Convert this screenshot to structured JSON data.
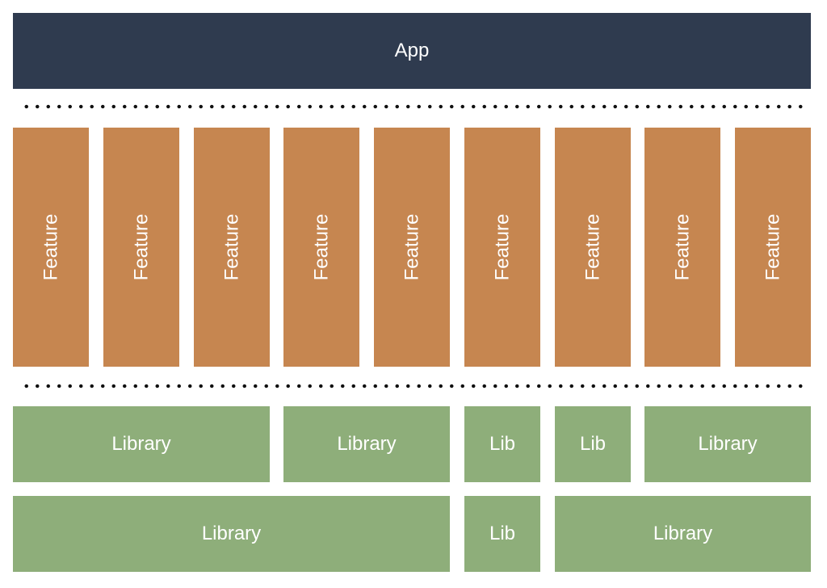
{
  "app": {
    "label": "App"
  },
  "features": [
    {
      "label": "Feature"
    },
    {
      "label": "Feature"
    },
    {
      "label": "Feature"
    },
    {
      "label": "Feature"
    },
    {
      "label": "Feature"
    },
    {
      "label": "Feature"
    },
    {
      "label": "Feature"
    },
    {
      "label": "Feature"
    },
    {
      "label": "Feature"
    }
  ],
  "libraries_row1": [
    {
      "label": "Library"
    },
    {
      "label": "Library"
    },
    {
      "label": "Lib"
    },
    {
      "label": "Lib"
    },
    {
      "label": "Library"
    }
  ],
  "libraries_row2": [
    {
      "label": "Library"
    },
    {
      "label": "Lib"
    },
    {
      "label": "Library"
    }
  ],
  "colors": {
    "app": "#2f3b4f",
    "feature": "#c68650",
    "library": "#8eae7a",
    "separator": "#111111"
  }
}
